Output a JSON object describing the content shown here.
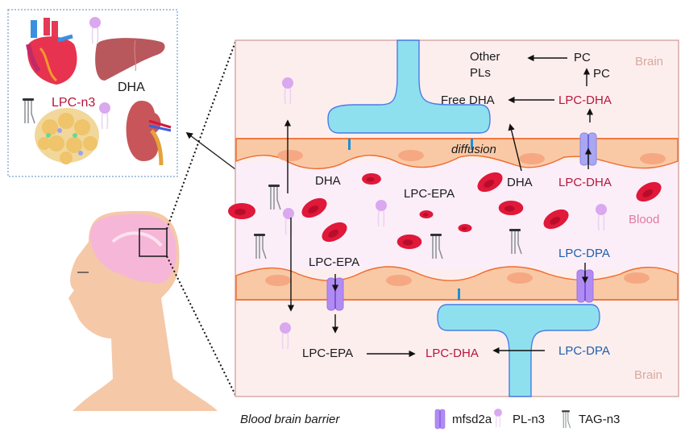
{
  "inset": {
    "title": "Organ uptake inset",
    "labels": {
      "dha": "DHA",
      "lpc_n3": "LPC-n3"
    },
    "organs": [
      "heart",
      "liver",
      "adipose",
      "kidney"
    ]
  },
  "regions": {
    "brain_top": "Brain",
    "blood": "Blood",
    "brain_bottom": "Brain"
  },
  "top_pathway": {
    "other_pls": "Other",
    "other_pls_2": "PLs",
    "pc_1": "PC",
    "pc_2": "PC",
    "free_dha": "Free DHA",
    "lpc_dha_brain": "LPC-DHA",
    "diffusion": "diffusion",
    "dha_blood": "DHA",
    "lpc_dha_blood": "LPC-DHA"
  },
  "blood_labels": {
    "dha": "DHA",
    "lpc_epa": "LPC-EPA",
    "lpc_epa_2": "LPC-EPA",
    "lpc_dpa": "LPC-DPA"
  },
  "bottom_pathway": {
    "lpc_epa": "LPC-EPA",
    "lpc_dha": "LPC-DHA",
    "lpc_dpa": "LPC-DPA"
  },
  "legend": {
    "caption": "Blood brain barrier",
    "items": [
      {
        "icon": "mfsd2a-transporter-icon",
        "label": "mfsd2a"
      },
      {
        "icon": "phospholipid-icon",
        "label": "PL-n3"
      },
      {
        "icon": "triglyceride-icon",
        "label": "TAG-n3"
      }
    ]
  },
  "colors": {
    "brain_bg": "#fdeeee",
    "blood_bg": "#fbeef8",
    "endothelium": "#f9c9a6",
    "membrane_line": "#f06b2c",
    "astrocyte": "#8fe0ef",
    "transporter": "#b08cf2",
    "rbc": "#e0183a",
    "lpc_red": "#b5173b",
    "lpc_blue": "#1f5fa8"
  }
}
